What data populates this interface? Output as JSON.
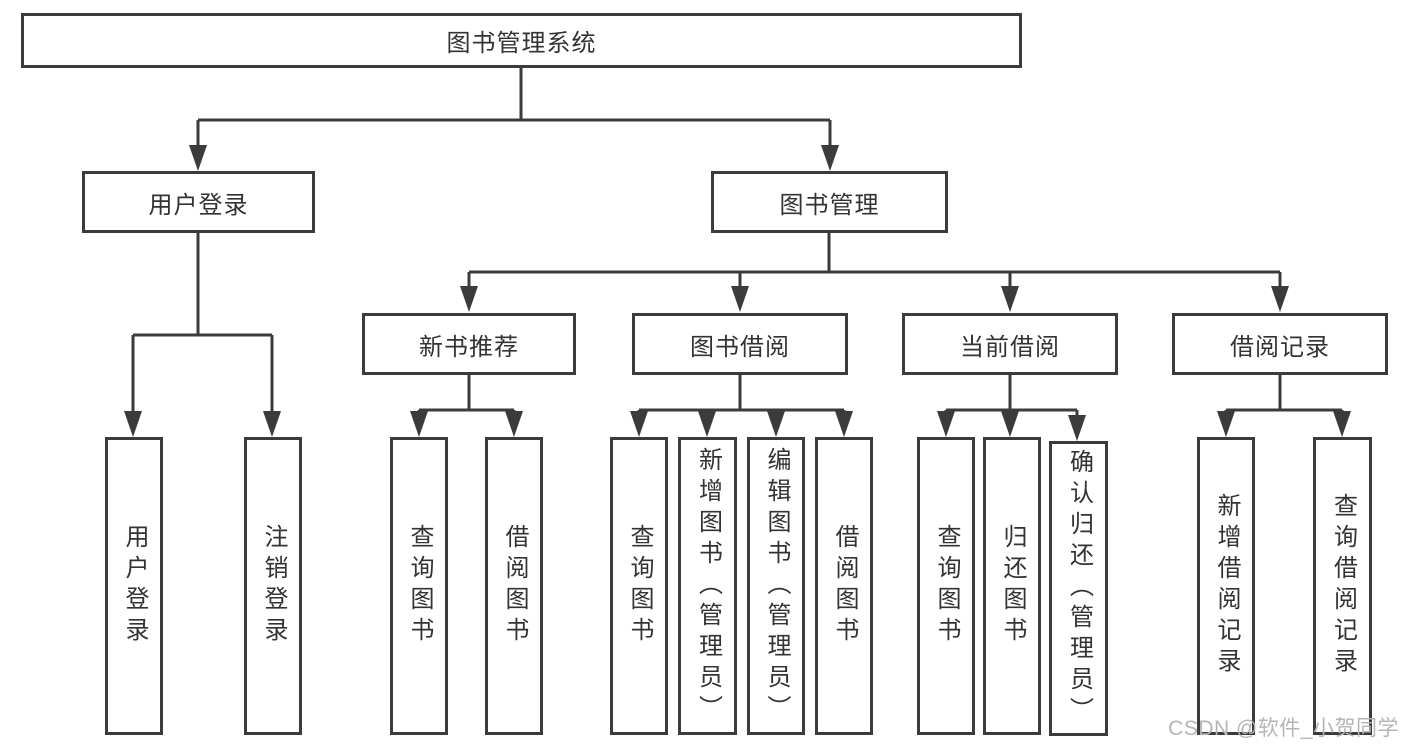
{
  "diagram": {
    "type": "function-decomposition-tree",
    "root": {
      "label": "图书管理系统",
      "children": [
        {
          "label": "用户登录",
          "children": [
            {
              "label": "用户登录"
            },
            {
              "label": "注销登录"
            }
          ]
        },
        {
          "label": "图书管理",
          "children": [
            {
              "label": "新书推荐",
              "children": [
                {
                  "label": "查询图书"
                },
                {
                  "label": "借阅图书"
                }
              ]
            },
            {
              "label": "图书借阅",
              "children": [
                {
                  "label": "查询图书"
                },
                {
                  "label": "新增图书（管理员）"
                },
                {
                  "label": "编辑图书（管理员）"
                },
                {
                  "label": "借阅图书"
                }
              ]
            },
            {
              "label": "当前借阅",
              "children": [
                {
                  "label": "查询图书"
                },
                {
                  "label": "归还图书"
                },
                {
                  "label": "确认归还（管理员）"
                }
              ]
            },
            {
              "label": "借阅记录",
              "children": [
                {
                  "label": "新增借阅记录"
                },
                {
                  "label": "查询借阅记录"
                }
              ]
            }
          ]
        }
      ]
    },
    "watermark": "CSDN @软件_小贺同学",
    "colors": {
      "line": "#3b3b3b",
      "text": "#333333",
      "background": "#ffffff",
      "watermark": "#b5b5b5"
    }
  }
}
